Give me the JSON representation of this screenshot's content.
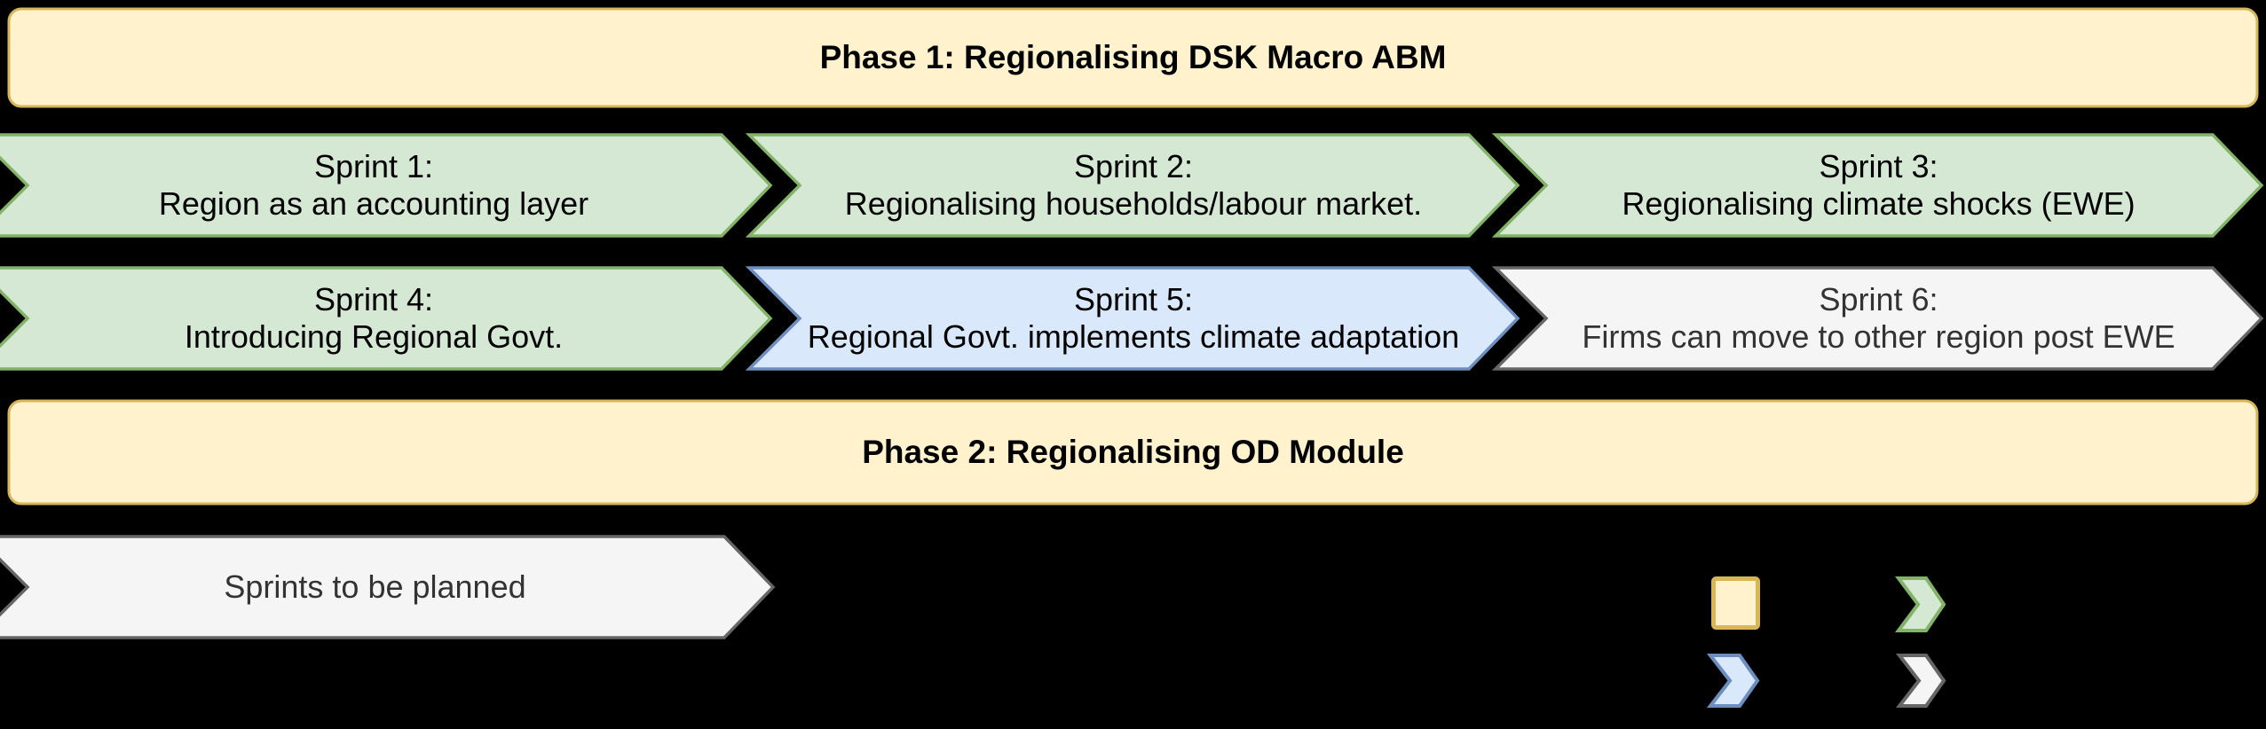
{
  "colors": {
    "canvas_bg": "#000000",
    "phase_fill": "#FFF2CC",
    "phase_border": "#D6B656",
    "green_fill": "#D5E8D4",
    "green_border": "#82B366",
    "blue_fill": "#DAE8FC",
    "blue_border": "#6C8EBF",
    "gray_fill": "#F5F5F5",
    "gray_border": "#666666",
    "sprint_text": "#000000",
    "muted_text": "#333333"
  },
  "phases": [
    {
      "title": "Phase 1: Regionalising DSK Macro ABM"
    },
    {
      "title": "Phase 2: Regionalising OD Module"
    }
  ],
  "sprints": [
    {
      "line1": "Sprint 1:",
      "line2": "Region as an accounting layer",
      "color": "green"
    },
    {
      "line1": "Sprint 2:",
      "line2": "Regionalising households/labour market.",
      "color": "green"
    },
    {
      "line1": "Sprint 3:",
      "line2": "Regionalising climate shocks (EWE)",
      "color": "green"
    },
    {
      "line1": "Sprint 4:",
      "line2": "Introducing Regional Govt.",
      "color": "green"
    },
    {
      "line1": "Sprint 5:",
      "line2": "Regional Govt. implements climate adaptation",
      "color": "blue"
    },
    {
      "line1": "Sprint 6:",
      "line2": "Firms can move to other region post EWE",
      "color": "gray"
    }
  ],
  "planned": {
    "label": "Sprints to be planned"
  },
  "legend": {
    "phase_swatch": "yellow-rounded-square",
    "items": [
      "green-chevron",
      "blue-chevron",
      "gray-chevron"
    ]
  }
}
